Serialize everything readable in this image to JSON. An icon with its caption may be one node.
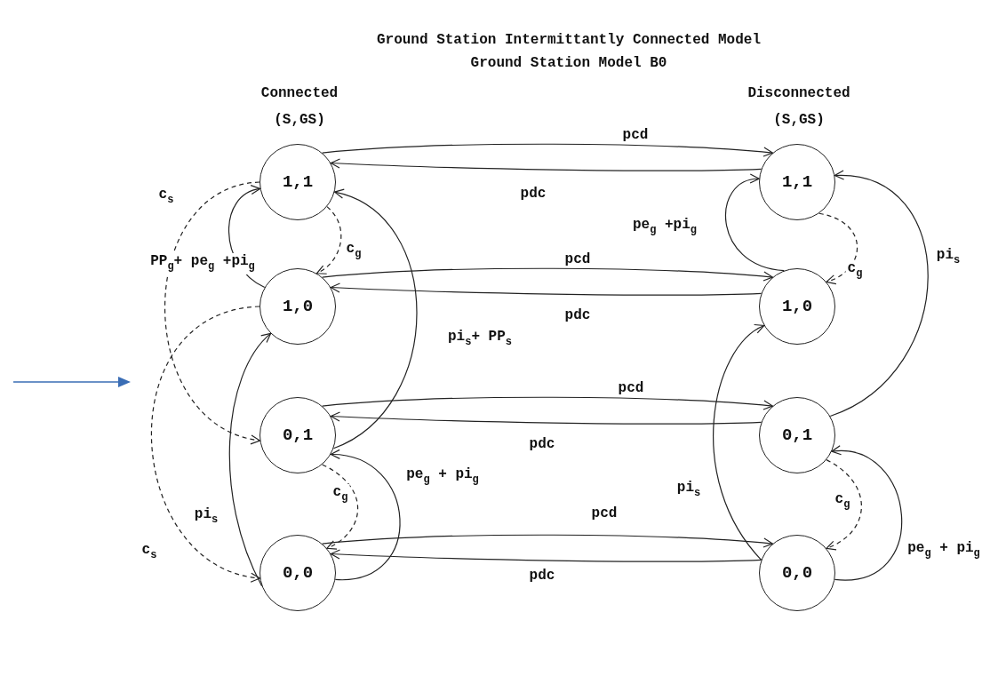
{
  "diagram": {
    "title": "Ground Station Intermittantly Connected Model",
    "caption": "Ground Station Model B0",
    "nodes": [
      {
        "text": [
          "1,1"
        ]
      },
      {
        "text": [
          "1,0"
        ]
      },
      {
        "text": [
          "0,1"
        ]
      },
      {
        "text": [
          "0,0"
        ]
      },
      {
        "text": [
          "1,1"
        ]
      },
      {
        "text": [
          "1,0"
        ]
      },
      {
        "text": [
          "0,1"
        ]
      },
      {
        "text": [
          "0,0"
        ]
      }
    ],
    "edges": [
      {
        "from": 0,
        "to": 4,
        "arrow": "to",
        "label": "pcd"
      },
      {
        "from": 4,
        "to": 0,
        "arrow": "to",
        "label": "pdc"
      },
      {
        "from": 1,
        "to": 5,
        "arrow": "to",
        "label": "pcd"
      },
      {
        "from": 5,
        "to": 1,
        "arrow": "to",
        "label": "pdc"
      },
      {
        "from": 2,
        "to": 6,
        "arrow": "to",
        "label": "pcd"
      },
      {
        "from": 6,
        "to": 2,
        "arrow": "to",
        "label": "pdc"
      },
      {
        "from": 3,
        "to": 7,
        "arrow": "to",
        "label": "pcd"
      },
      {
        "from": 7,
        "to": 3,
        "arrow": "to",
        "label": "pdc"
      },
      {
        "from": 1,
        "to": 0,
        "arrow": "to",
        "label": "PP$_{g}$+ pe$_{g}$ +pi$_{g}$"
      },
      {
        "from": 0,
        "to": 1,
        "arrow": "to",
        "label": "c$_{g}$",
        "style": "dashed"
      },
      {
        "from": 0,
        "to": 2,
        "arrow": "to",
        "label": "c$_{s}$",
        "style": "dashed"
      },
      {
        "from": 1,
        "to": 3,
        "arrow": "to",
        "label": "c$_{s}$",
        "style": "dashed"
      },
      {
        "from": 2,
        "to": 0,
        "arrow": "to",
        "label": "pi$_{s}$+ PP$_{s}$"
      },
      {
        "from": 3,
        "to": 1,
        "arrow": "to",
        "label": "pi$_{s}$"
      },
      {
        "from": 2,
        "to": 3,
        "arrow": "to",
        "label": "c$_{g}$",
        "style": "dashed"
      },
      {
        "from": 3,
        "to": 2,
        "arrow": "to",
        "label": "pe$_{g}$ + pi$_{g}$"
      },
      {
        "from": 5,
        "to": 4,
        "arrow": "to",
        "label": "pe$_{g}$ +pi$_{g}$"
      },
      {
        "from": 4,
        "to": 5,
        "arrow": "to",
        "label": "c$_{g}$",
        "style": "dashed"
      },
      {
        "from": 6,
        "to": 4,
        "arrow": "to",
        "label": "pi$_{s}$"
      },
      {
        "from": 7,
        "to": 5,
        "arrow": "to",
        "label": "pi$_{s}$"
      },
      {
        "from": 6,
        "to": 7,
        "arrow": "to",
        "label": "c$_{g}$",
        "style": "dashed"
      },
      {
        "from": 7,
        "to": 6,
        "arrow": "to",
        "label": "pe$_{g}$ + pi$_{g}$"
      }
    ],
    "labels": [
      "Connected (S,GS)",
      "Disconnected (S,GS)"
    ]
  }
}
